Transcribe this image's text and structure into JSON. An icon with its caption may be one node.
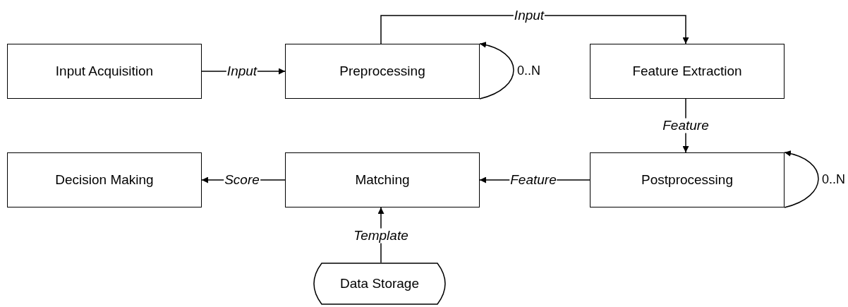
{
  "diagram": {
    "nodes": [
      {
        "text": [
          "Input Acquisition"
        ]
      },
      {
        "text": [
          "Preprocessing"
        ]
      },
      {
        "text": [
          "Feature Extraction"
        ]
      },
      {
        "text": [
          "Decision Making"
        ]
      },
      {
        "text": [
          "Matching"
        ]
      },
      {
        "text": [
          "Postprocessing"
        ]
      },
      {
        "text": [
          "Data Storage"
        ]
      }
    ],
    "edges": [
      {
        "from": 0,
        "to": 1,
        "arrow": "to",
        "label": "Input"
      },
      {
        "from": 1,
        "to": 2,
        "arrow": "to",
        "label": "Input"
      },
      {
        "from": 1,
        "to": 1,
        "arrow": "to",
        "label": "0..N"
      },
      {
        "from": 2,
        "to": 5,
        "arrow": "to",
        "label": "Feature"
      },
      {
        "from": 5,
        "to": 5,
        "arrow": "to",
        "label": "0..N"
      },
      {
        "from": 5,
        "to": 4,
        "arrow": "to",
        "label": "Feature"
      },
      {
        "from": 4,
        "to": 3,
        "arrow": "to",
        "label": "Score"
      },
      {
        "from": 6,
        "to": 4,
        "arrow": "to",
        "label": "Template"
      }
    ]
  }
}
